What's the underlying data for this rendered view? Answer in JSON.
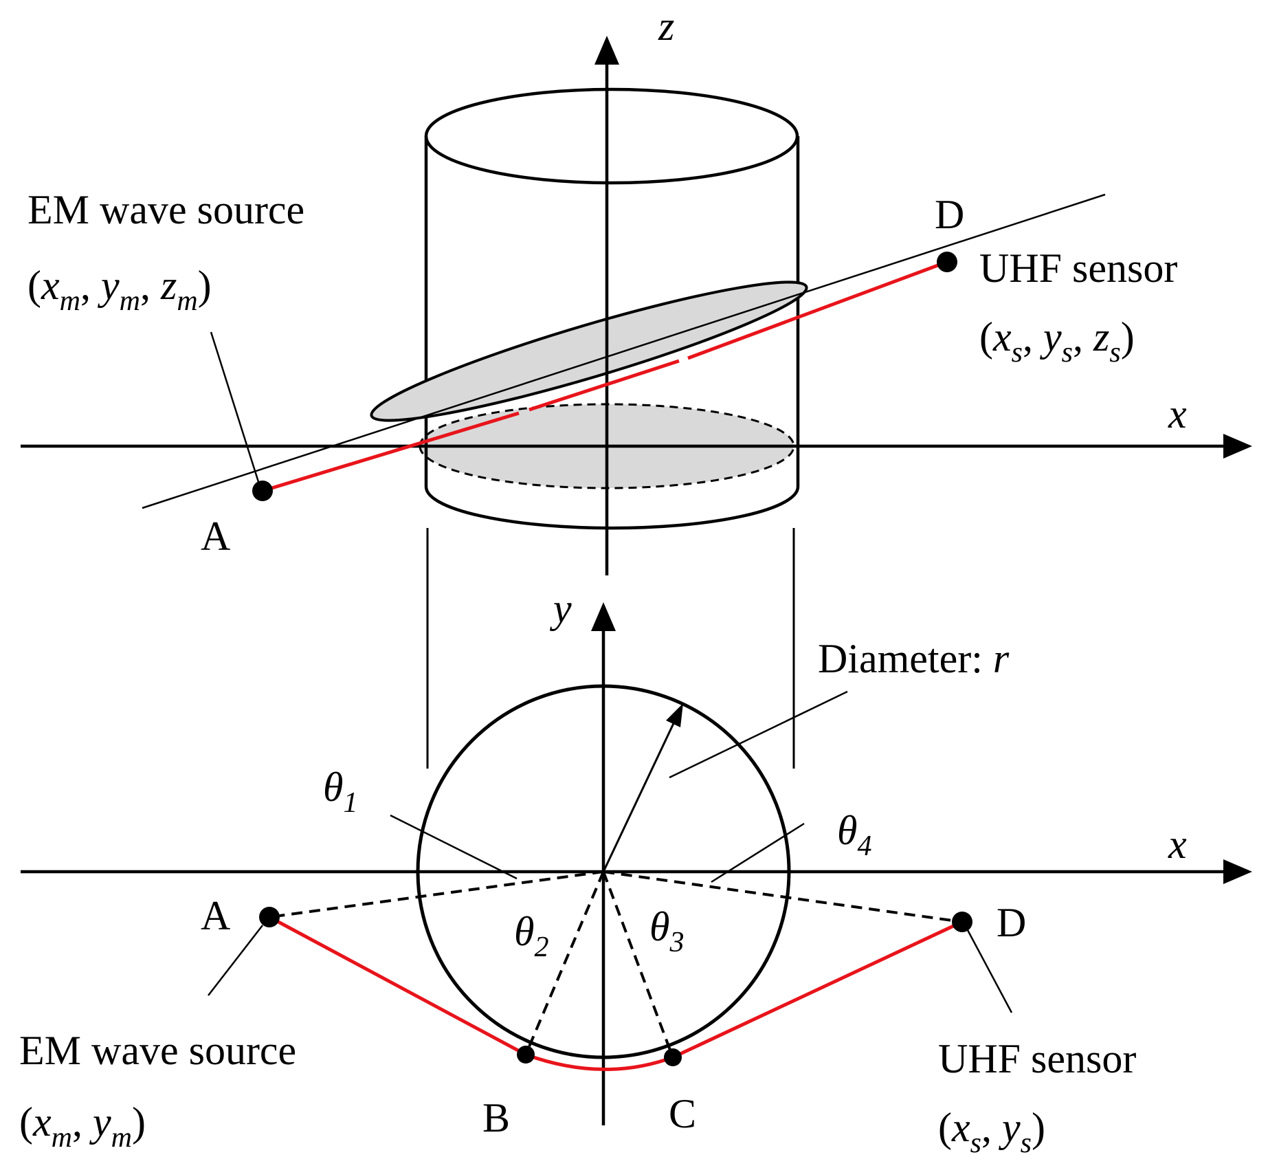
{
  "colors": {
    "path": "#e8141b",
    "ink": "#000000",
    "fill": "#d9d9d9"
  },
  "top": {
    "axis_z": "z",
    "axis_x": "x",
    "point_a": "A",
    "point_d": "D",
    "source_title": "EM wave source",
    "source_coord": {
      "x": "x",
      "y": "y",
      "z": "z",
      "sub": "m"
    },
    "sensor_title": "UHF  sensor",
    "sensor_coord": {
      "x": "x",
      "y": "y",
      "z": "z",
      "sub": "s"
    }
  },
  "bottom": {
    "axis_y": "y",
    "axis_x": "x",
    "diameter_label": "Diameter: ",
    "diameter_symbol": "r",
    "theta": "θ",
    "theta_subs": [
      "1",
      "2",
      "3",
      "4"
    ],
    "point_a": "A",
    "point_b": "B",
    "point_c": "C",
    "point_d": "D",
    "source_title": "EM wave source",
    "source_coord": {
      "x": "x",
      "y": "y",
      "sub": "m"
    },
    "sensor_title": "UHF  sensor",
    "sensor_coord": {
      "x": "x",
      "y": "y",
      "sub": "s"
    }
  }
}
